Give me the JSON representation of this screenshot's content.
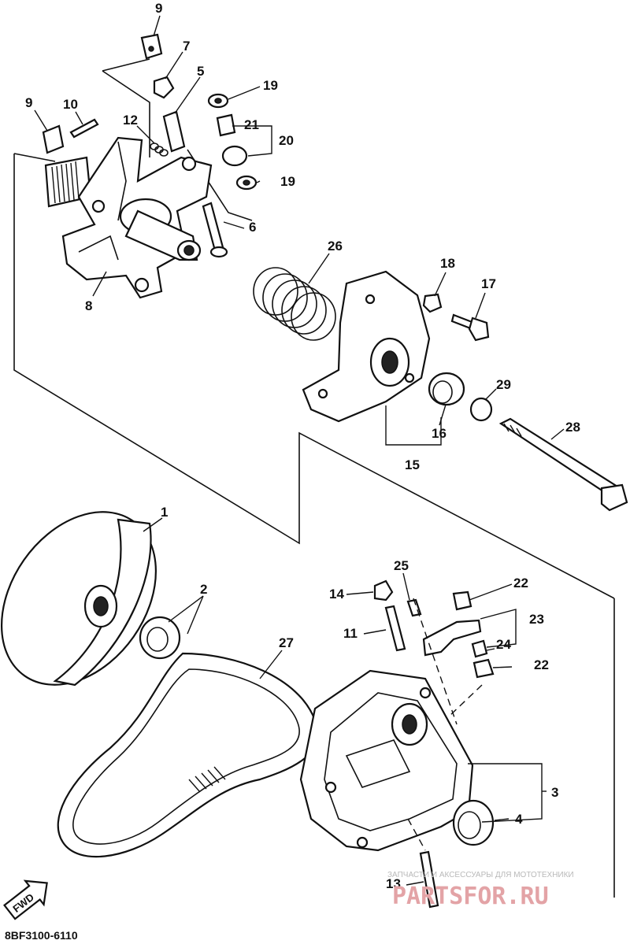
{
  "diagram": {
    "code": "8BF3100-6110",
    "fwd_label": "FWD",
    "callouts": {
      "c1": "1",
      "c2": "2",
      "c3": "3",
      "c4": "4",
      "c5": "5",
      "c6": "6",
      "c7": "7",
      "c8": "8",
      "c9a": "9",
      "c9b": "9",
      "c10": "10",
      "c11": "11",
      "c12": "12",
      "c13": "13",
      "c14": "14",
      "c15": "15",
      "c16": "16",
      "c17": "17",
      "c18": "18",
      "c19a": "19",
      "c19b": "19",
      "c20": "20",
      "c21": "21",
      "c22a": "22",
      "c22b": "22",
      "c23": "23",
      "c24": "24",
      "c25": "25",
      "c26": "26",
      "c27": "27",
      "c28": "28",
      "c29": "29"
    }
  },
  "watermark": {
    "tagline": "ЗАПЧАСТИ И АКСЕССУАРЫ ДЛЯ МОТОТЕХНИКИ",
    "brand": "PARTSFOR.RU"
  }
}
